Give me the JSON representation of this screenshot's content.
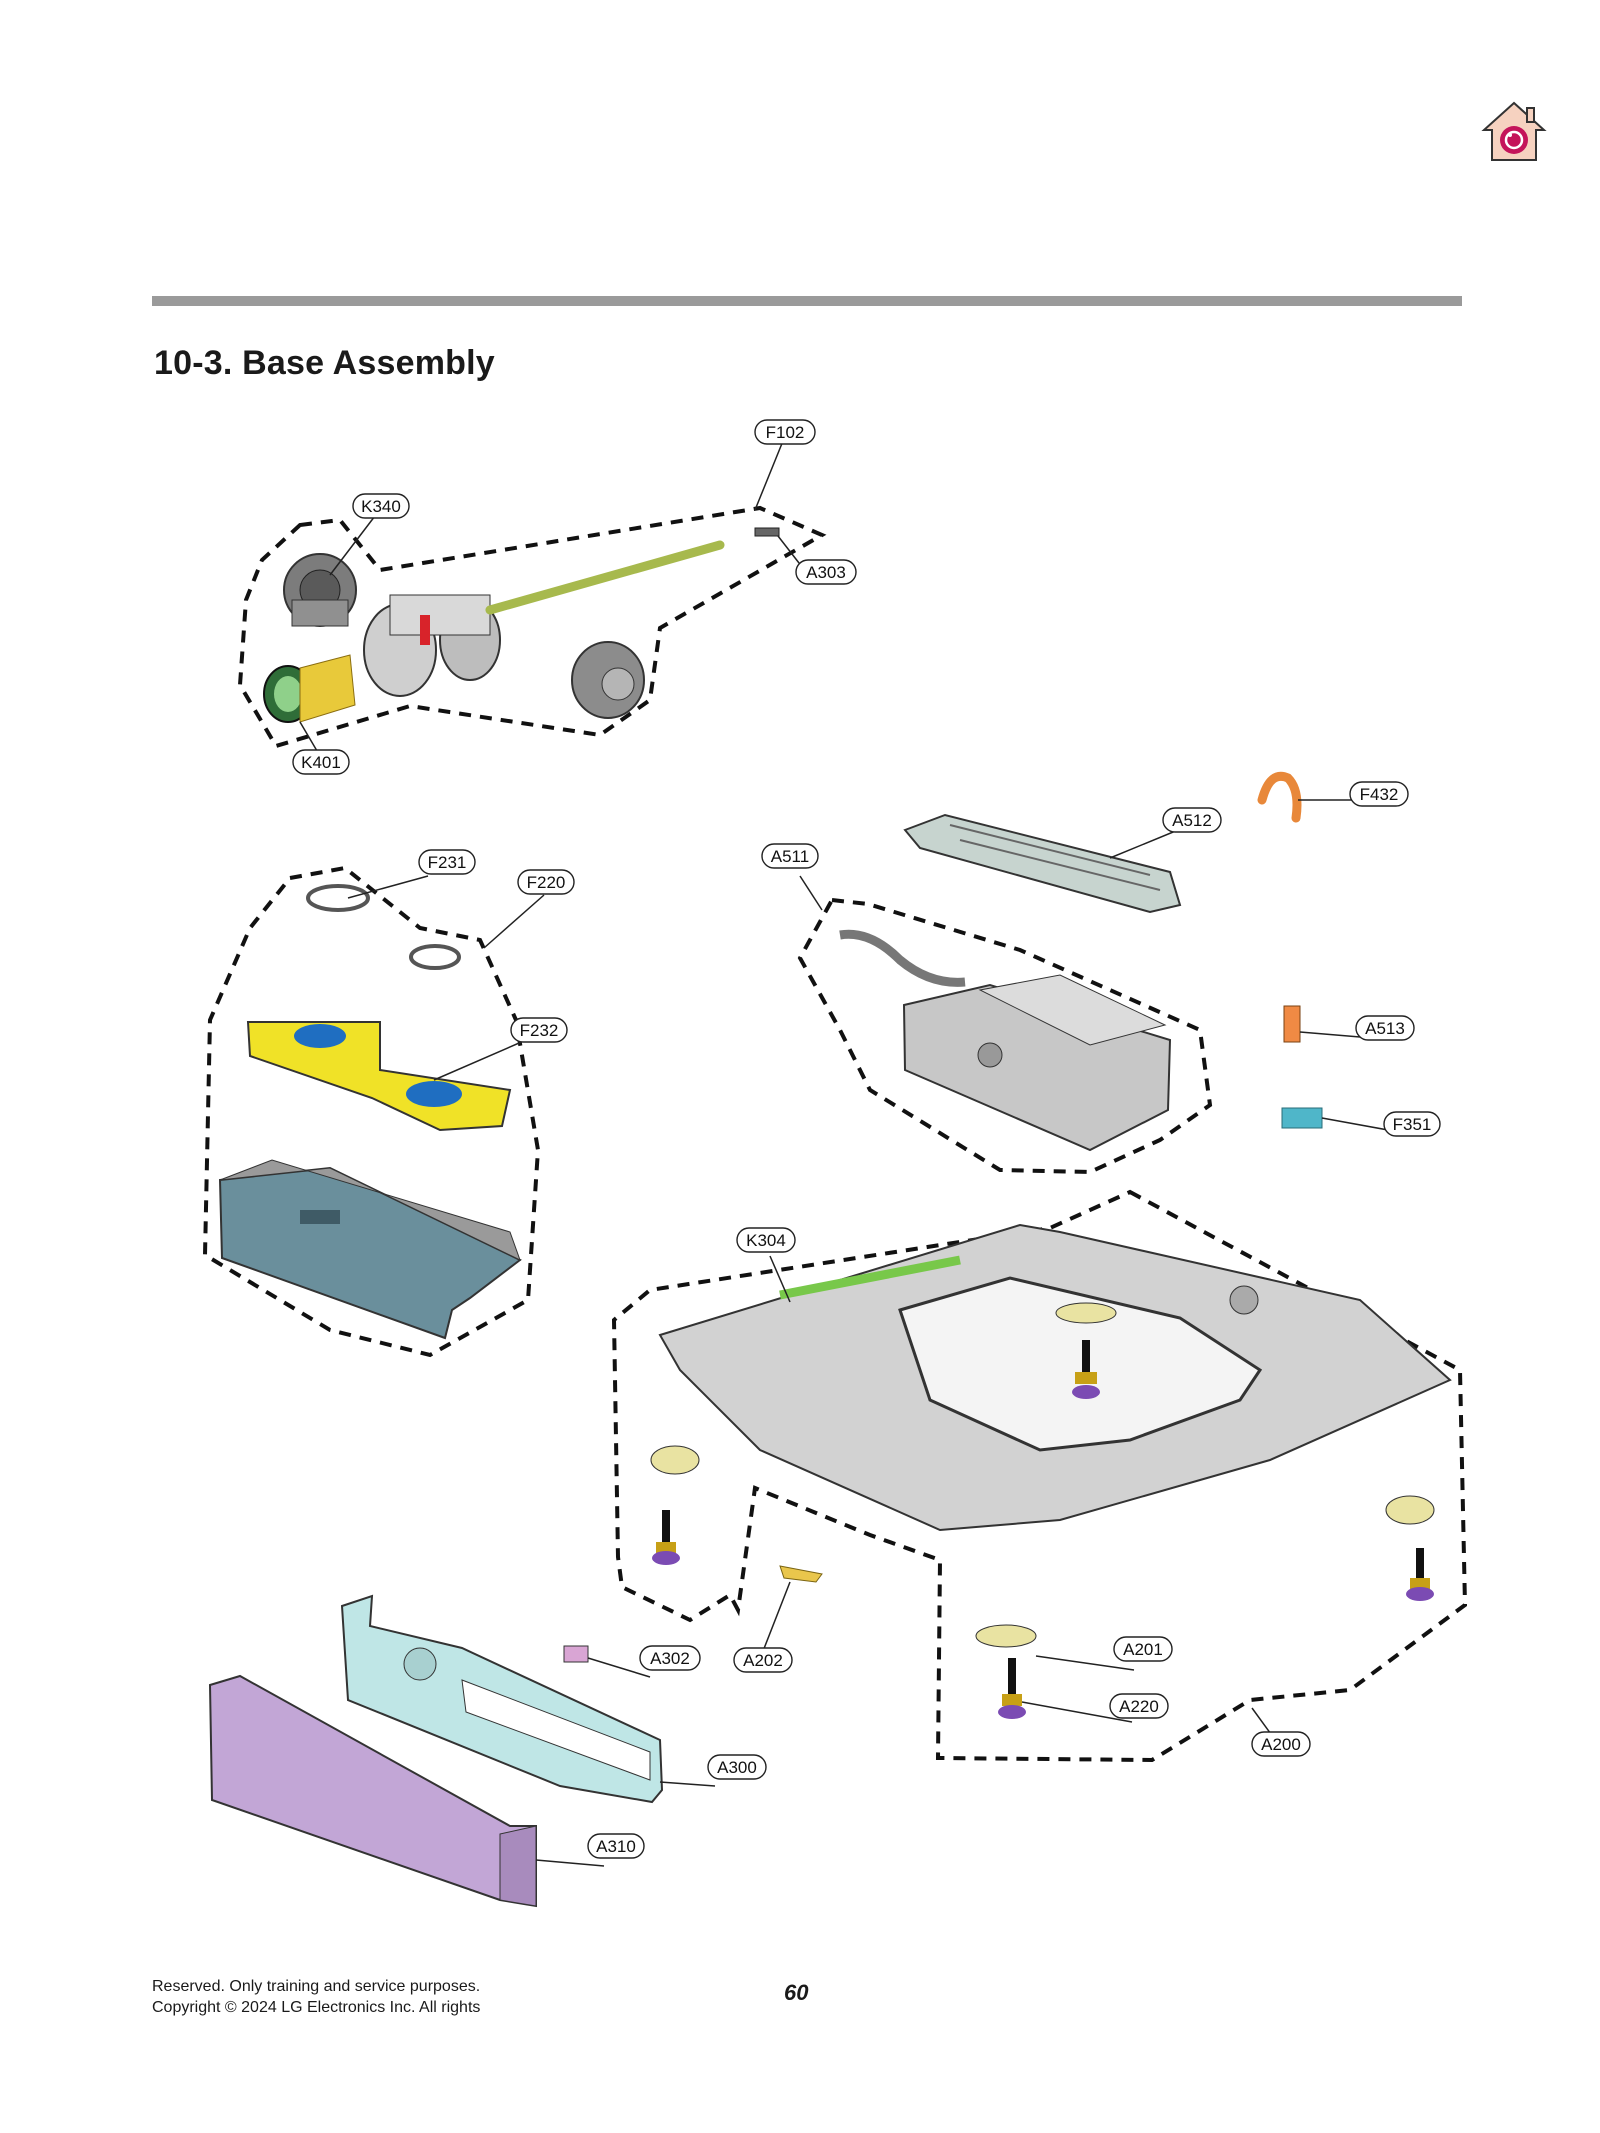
{
  "header": {
    "logo_icon": "lg-home-logo-icon"
  },
  "section_title": "10-3. Base Assembly",
  "callouts": {
    "F102": "F102",
    "K340": "K340",
    "A303": "A303",
    "K401": "K401",
    "F432": "F432",
    "A512": "A512",
    "A511": "A511",
    "F231": "F231",
    "F220": "F220",
    "F232": "F232",
    "A513": "A513",
    "F351": "F351",
    "K304": "K304",
    "A201": "A201",
    "A220": "A220",
    "A200": "A200",
    "A302": "A302",
    "A202": "A202",
    "A300": "A300",
    "A310": "A310"
  },
  "footer": {
    "line1": "Reserved. Only training and service purposes.",
    "line2": "Copyright © 2024 LG Electronics Inc. All rights",
    "page_number": "60"
  },
  "colors": {
    "rule": "#9a9a9a",
    "yellow_part": "#f0e227",
    "blue_part": "#bfe6e6",
    "purple_part": "#c2a6d6",
    "orange_part": "#e8883a"
  }
}
